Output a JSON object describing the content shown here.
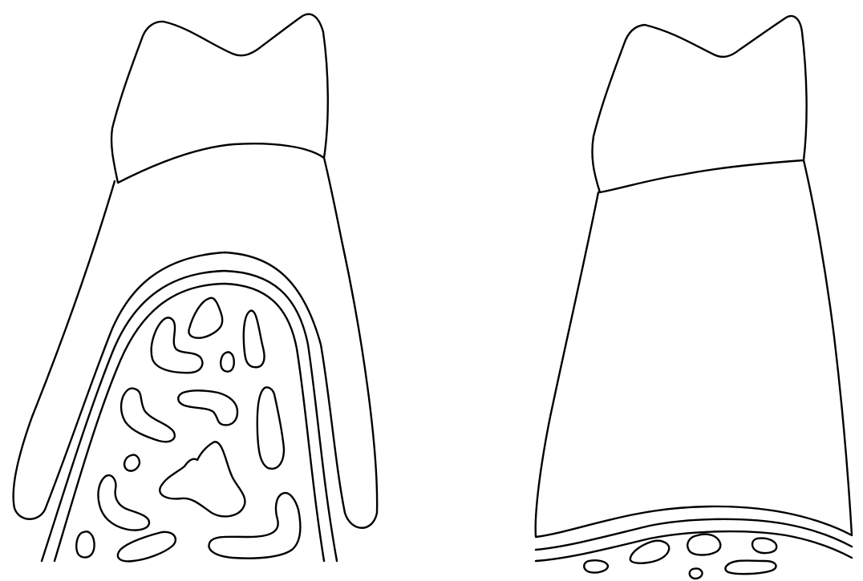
{
  "figures": [
    {
      "key": "left",
      "parts": [
        "crown",
        "root",
        "periodontal-ligament",
        "alveolar-bone",
        "marrow-spaces"
      ]
    },
    {
      "key": "right",
      "parts": [
        "crown",
        "root",
        "periodontal-ligament",
        "alveolar-bone",
        "marrow-spaces"
      ]
    }
  ],
  "colors": {
    "line": "#000000",
    "background": "#ffffff"
  }
}
